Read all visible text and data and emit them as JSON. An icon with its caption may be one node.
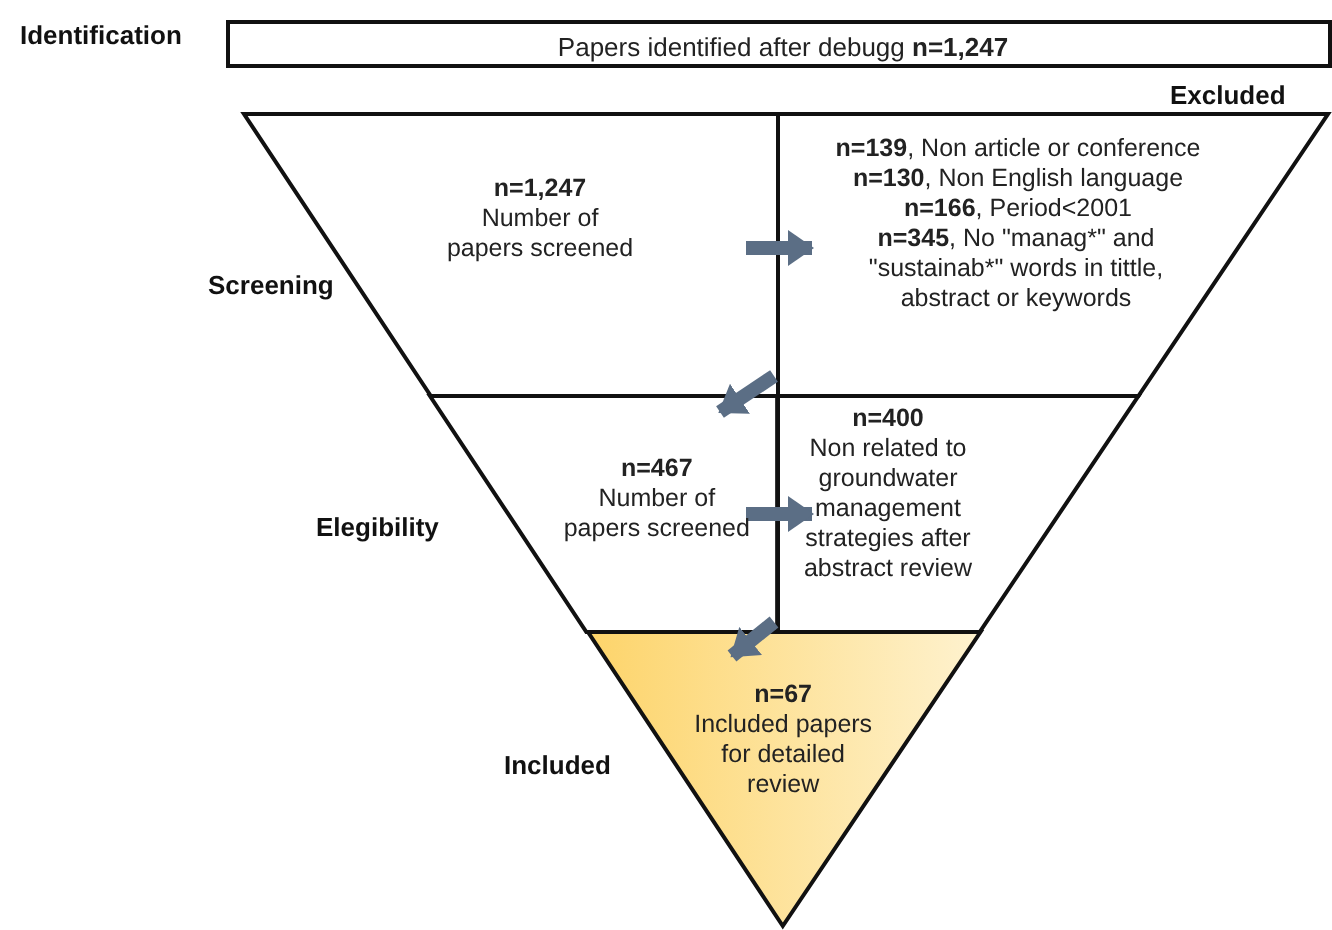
{
  "diagram": {
    "nodes": [
      {
        "text": [
          "Papers identified after debugg **n=1,247**"
        ]
      },
      {
        "text": [
          "n=1,247",
          "Number of papers screened"
        ]
      },
      {
        "text": [
          "**n=139**, Non article or conference",
          "**n=130**, Non English language",
          "**n=166**, Period<2001",
          "**n=345**, No \"manag*\" and \"sustainab*\" words in tittle, abstract or keywords"
        ]
      },
      {
        "text": [
          "n=467",
          "Number of papers screened"
        ]
      },
      {
        "text": [
          "n=400",
          "Non related to groundwater management strategies after abstract review"
        ]
      },
      {
        "text": [
          "n=67",
          "Included papers for detailed review"
        ]
      }
    ],
    "edges": [
      {
        "from": 1,
        "to": 2,
        "arrow": "to"
      },
      {
        "from": 1,
        "to": 3,
        "arrow": "to"
      },
      {
        "from": 3,
        "to": 4,
        "arrow": "to"
      },
      {
        "from": 3,
        "to": 5,
        "arrow": "to"
      }
    ],
    "labels": [
      "Identification",
      "Excluded",
      "Screening",
      "Elegibility",
      "Included"
    ]
  }
}
